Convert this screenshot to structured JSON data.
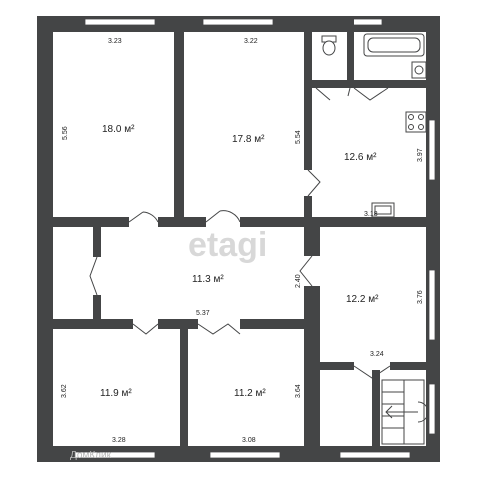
{
  "watermark": "etagi",
  "logo_text": "ДомКлик",
  "rooms": [
    {
      "id": "room-1",
      "area": "18.0 м²",
      "width": "3.23",
      "height": "5.56"
    },
    {
      "id": "room-2",
      "area": "17.8 м²",
      "width": "3.22",
      "height": "5.54"
    },
    {
      "id": "kitchen",
      "area": "12.6 м²",
      "width": "3.18",
      "height": "3.97"
    },
    {
      "id": "hall",
      "area": "11.3 м²",
      "width": "5.37",
      "height": "2.40"
    },
    {
      "id": "room-3",
      "area": "12.2 м²",
      "width": "3.24",
      "height": "3.76"
    },
    {
      "id": "room-4",
      "area": "11.9 м²",
      "width": "3.28",
      "height": "3.62"
    },
    {
      "id": "room-5",
      "area": "11.2 м²",
      "width": "3.08",
      "height": "3.64"
    }
  ]
}
